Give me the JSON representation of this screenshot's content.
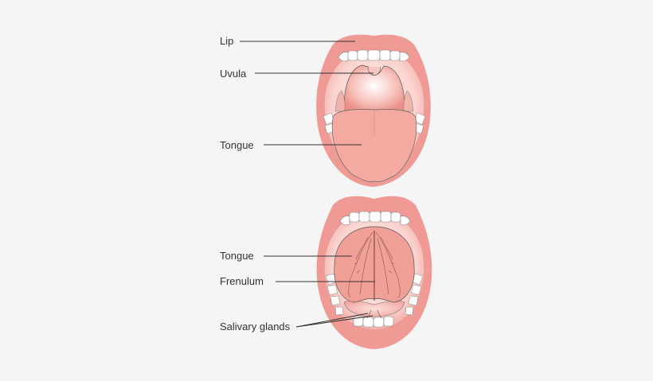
{
  "diagram": {
    "top_view": {
      "labels": [
        {
          "text": "Lip"
        },
        {
          "text": "Uvula"
        },
        {
          "text": "Tongue"
        }
      ]
    },
    "bottom_view": {
      "labels": [
        {
          "text": "Tongue"
        },
        {
          "text": "Frenulum"
        },
        {
          "text": "Salivary glands"
        }
      ]
    },
    "colors": {
      "background": "#f5f5f5",
      "lip": "#f09a96",
      "mouth_inner": "#fbd6d2",
      "tongue": "#f4aaa0",
      "teeth": "#ffffff",
      "leader_line": "#333333"
    }
  }
}
